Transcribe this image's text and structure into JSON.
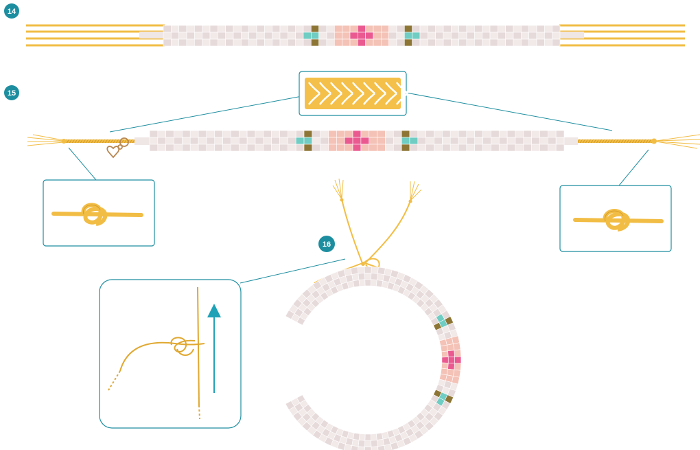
{
  "steps": [
    {
      "label": "14"
    },
    {
      "label": "15"
    },
    {
      "label": "16"
    }
  ],
  "palette": {
    "accent": "#1d8ea0",
    "cord": "#f2bd45",
    "cord_dark": "#e0a830",
    "bead_white": "#f2e9e9",
    "bead_white_dark": "#e6dada",
    "bead_peach": "#f4c2b6",
    "bead_pink": "#ea5a91",
    "bead_teal": "#6fcdc3",
    "bead_olive": "#8d7635",
    "arrow": "#1ea2b8",
    "charm": "#c8965a"
  },
  "icons": [
    "square-knot-icon",
    "braid-icon",
    "heart-charm-icon",
    "up-arrow-icon"
  ],
  "bead_pattern": {
    "rows": 3,
    "motif_columns": [
      [
        "W",
        "T",
        "W"
      ],
      [
        "O",
        "T",
        "O"
      ],
      [
        "W",
        "W",
        "W"
      ],
      [
        "W",
        "W",
        "W"
      ],
      [
        "P",
        "P",
        "P"
      ],
      [
        "P",
        "P",
        "P"
      ],
      [
        "P",
        "K",
        "P"
      ],
      [
        "K",
        "K",
        "K"
      ],
      [
        "P",
        "K",
        "P"
      ],
      [
        "P",
        "P",
        "P"
      ],
      [
        "P",
        "P",
        "P"
      ],
      [
        "W",
        "W",
        "W"
      ],
      [
        "W",
        "W",
        "W"
      ],
      [
        "O",
        "T",
        "O"
      ],
      [
        "W",
        "T",
        "W"
      ]
    ]
  }
}
